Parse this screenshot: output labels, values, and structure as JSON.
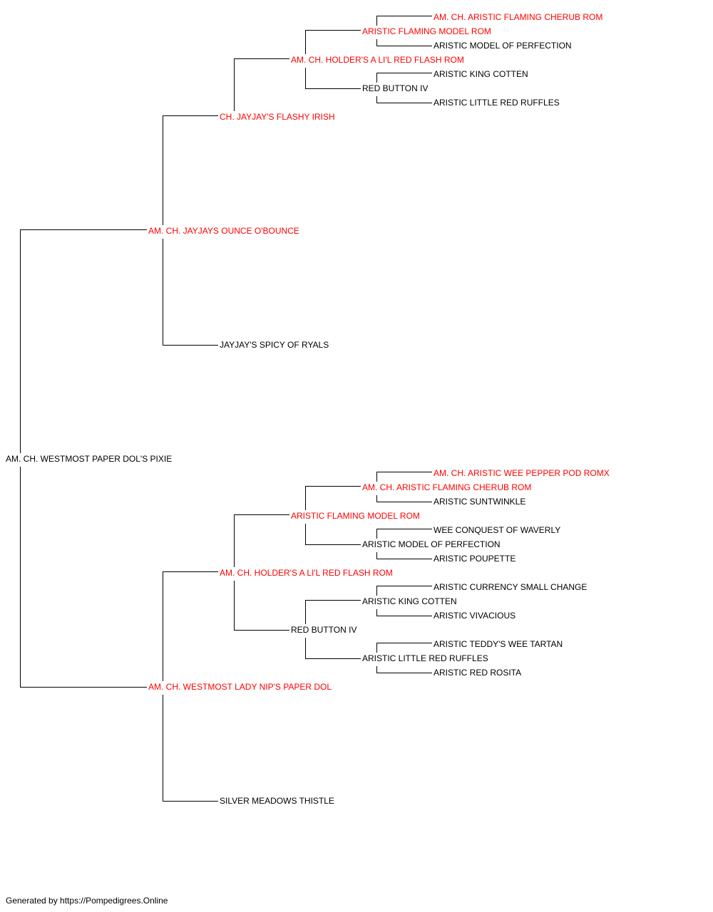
{
  "colors": {
    "champion": "#ff0000",
    "regular": "#000000",
    "line": "#000000"
  },
  "pedigree": {
    "subject": {
      "name": "AM. CH. WESTMOST PAPER DOL'S PIXIE",
      "champion": false
    },
    "sire": {
      "name": "AM. CH. JAYJAYS OUNCE O'BOUNCE",
      "champion": true
    },
    "sire_sire": {
      "name": "CH. JAYJAY'S FLASHY IRISH",
      "champion": true
    },
    "sire_sire_sire": {
      "name": "AM. CH. HOLDER'S A LI'L RED FLASH ROM",
      "champion": true
    },
    "sire_sire_sire_sire": {
      "name": "ARISTIC FLAMING MODEL ROM",
      "champion": true
    },
    "sire_sire_sire_sire_sire": {
      "name": "AM. CH. ARISTIC FLAMING CHERUB ROM",
      "champion": true
    },
    "sire_sire_sire_sire_dam": {
      "name": "ARISTIC MODEL OF PERFECTION",
      "champion": false
    },
    "sire_sire_sire_dam": {
      "name": "RED BUTTON IV",
      "champion": false
    },
    "sire_sire_sire_dam_sire": {
      "name": "ARISTIC KING COTTEN",
      "champion": false
    },
    "sire_sire_sire_dam_dam": {
      "name": "ARISTIC LITTLE RED RUFFLES",
      "champion": false
    },
    "sire_dam": {
      "name": "JAYJAY'S SPICY OF RYALS",
      "champion": false
    },
    "dam": {
      "name": "AM. CH. WESTMOST LADY NIP'S PAPER DOL",
      "champion": true
    },
    "dam_sire": {
      "name": "AM. CH. HOLDER'S A LI'L RED FLASH ROM",
      "champion": true
    },
    "dam_sire_sire": {
      "name": "ARISTIC FLAMING MODEL ROM",
      "champion": true
    },
    "dam_sire_sire_sire": {
      "name": "AM. CH. ARISTIC FLAMING CHERUB ROM",
      "champion": true
    },
    "dam_sire_sire_sire_sire": {
      "name": "AM. CH. ARISTIC WEE PEPPER POD ROMX",
      "champion": true
    },
    "dam_sire_sire_sire_dam": {
      "name": "ARISTIC SUNTWINKLE",
      "champion": false
    },
    "dam_sire_sire_dam": {
      "name": "ARISTIC MODEL OF PERFECTION",
      "champion": false
    },
    "dam_sire_sire_dam_sire": {
      "name": "WEE CONQUEST OF WAVERLY",
      "champion": false
    },
    "dam_sire_sire_dam_dam": {
      "name": "ARISTIC POUPETTE",
      "champion": false
    },
    "dam_sire_dam": {
      "name": "RED BUTTON IV",
      "champion": false
    },
    "dam_sire_dam_sire": {
      "name": "ARISTIC KING COTTEN",
      "champion": false
    },
    "dam_sire_dam_sire_sire": {
      "name": "ARISTIC CURRENCY SMALL CHANGE",
      "champion": false
    },
    "dam_sire_dam_sire_dam": {
      "name": "ARISTIC VIVACIOUS",
      "champion": false
    },
    "dam_sire_dam_dam": {
      "name": "ARISTIC LITTLE RED RUFFLES",
      "champion": false
    },
    "dam_sire_dam_dam_sire": {
      "name": "ARISTIC TEDDY'S WEE TARTAN",
      "champion": false
    },
    "dam_sire_dam_dam_dam": {
      "name": "ARISTIC RED ROSITA",
      "champion": false
    },
    "dam_dam": {
      "name": "SILVER MEADOWS THISTLE",
      "champion": false
    }
  },
  "footer": {
    "text": "Generated by https://Pompedigrees.Online"
  }
}
